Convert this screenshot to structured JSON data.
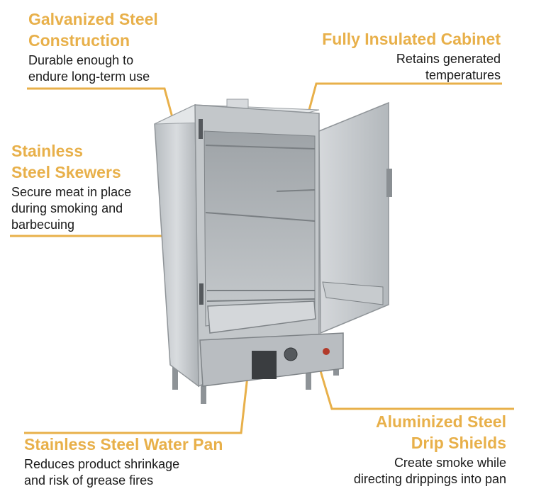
{
  "colors": {
    "accent": "#e8b04a",
    "text": "#1a1a1a",
    "steel": "#c9cdd0"
  },
  "callouts": {
    "galvanized": {
      "title_line1": "Galvanized Steel",
      "title_line2": "Construction",
      "desc_line1": "Durable enough to",
      "desc_line2": "endure long-term use"
    },
    "insulated": {
      "title": "Fully Insulated Cabinet",
      "desc_line1": "Retains generated",
      "desc_line2": "temperatures"
    },
    "skewers": {
      "title_line1": "Stainless",
      "title_line2": "Steel Skewers",
      "desc_line1": "Secure meat in place",
      "desc_line2": "during smoking and",
      "desc_line3": "barbecuing"
    },
    "waterpan": {
      "title": "Stainless Steel Water Pan",
      "desc_line1": "Reduces product shrinkage",
      "desc_line2": "and risk of grease fires"
    },
    "drip": {
      "title_line1": "Aluminized Steel",
      "title_line2": "Drip Shields",
      "desc_line1": "Create smoke while",
      "desc_line2": "directing drippings into pan"
    }
  }
}
